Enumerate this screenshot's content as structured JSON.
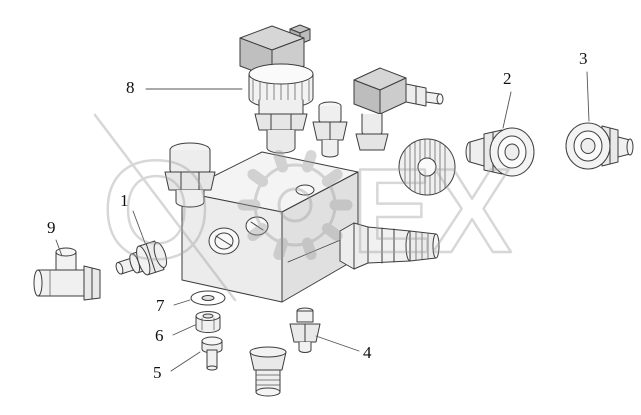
{
  "figure": {
    "watermark": {
      "letters": [
        "O",
        "E",
        "X"
      ],
      "gear_icon": "gear"
    },
    "callouts": [
      {
        "label": "1"
      },
      {
        "label": "2"
      },
      {
        "label": "3"
      },
      {
        "label": "4"
      },
      {
        "label": "5"
      },
      {
        "label": "6"
      },
      {
        "label": "7"
      },
      {
        "label": "8"
      },
      {
        "label": "9"
      }
    ],
    "colors": {
      "line": "#3d3d3d",
      "watermark": "#9e9e9e",
      "background": "#ffffff"
    }
  }
}
